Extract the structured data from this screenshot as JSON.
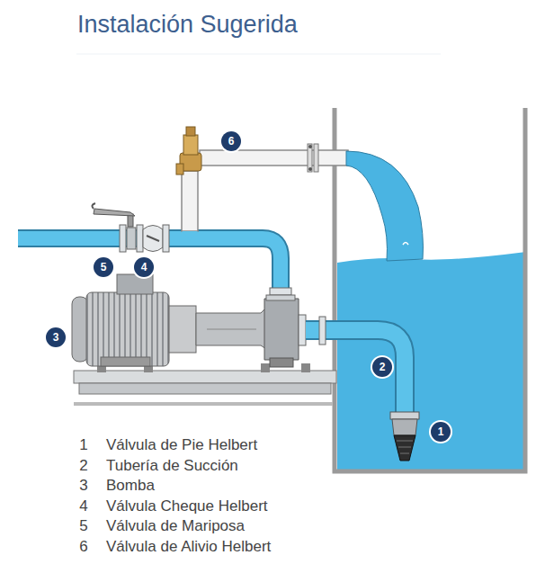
{
  "diagram": {
    "title": "Instalación Sugerida",
    "labels": [
      "6",
      "5",
      "4",
      "3",
      "2",
      "1",
      "1",
      "Válvula de Pie Helbert",
      "2",
      "Tubería de Succión",
      "3",
      "Bomba",
      "4",
      "Válvula Cheque Helbert",
      "5",
      "Válvula de Mariposa",
      "6",
      "Válvula de Alivio Helbert"
    ]
  }
}
